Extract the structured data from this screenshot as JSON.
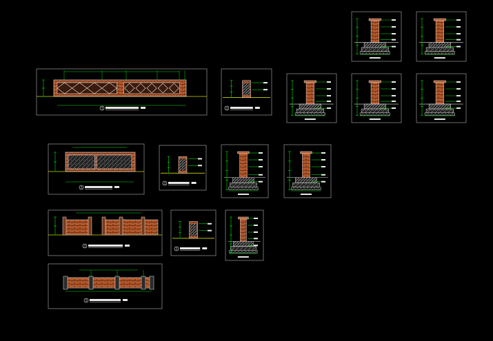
{
  "drawing": {
    "background": "#000000",
    "colors": {
      "frame": "#9a9a9a",
      "dimension": "#00e000",
      "groundline": "#d8d800",
      "wall": "#b5582a",
      "hatch": "#d0d0d0",
      "outline": "#e8e8e8",
      "leader": "#f0f0f0"
    },
    "sheets": [
      {
        "id": "elevation-lattice-wall",
        "kind": "elevation-diamond",
        "number": "1"
      },
      {
        "id": "section-small-a",
        "kind": "section-small",
        "number": "1"
      },
      {
        "id": "foundation-detail-1",
        "kind": "foundation"
      },
      {
        "id": "foundation-detail-2",
        "kind": "foundation"
      },
      {
        "id": "foundation-detail-3",
        "kind": "foundation"
      },
      {
        "id": "foundation-detail-4",
        "kind": "foundation"
      },
      {
        "id": "foundation-detail-5",
        "kind": "foundation"
      },
      {
        "id": "elevation-stone-wall",
        "kind": "elevation-panel",
        "number": "1"
      },
      {
        "id": "section-small-b",
        "kind": "section-small",
        "number": "1"
      },
      {
        "id": "foundation-detail-6",
        "kind": "foundation"
      },
      {
        "id": "foundation-detail-7",
        "kind": "foundation"
      },
      {
        "id": "elevation-brick-fence",
        "kind": "elevation-brick",
        "number": "1"
      },
      {
        "id": "section-small-c",
        "kind": "section-small",
        "number": "1"
      },
      {
        "id": "foundation-detail-8",
        "kind": "foundation"
      },
      {
        "id": "plan-wall-strip",
        "kind": "plan-strip",
        "number": "1"
      }
    ]
  }
}
